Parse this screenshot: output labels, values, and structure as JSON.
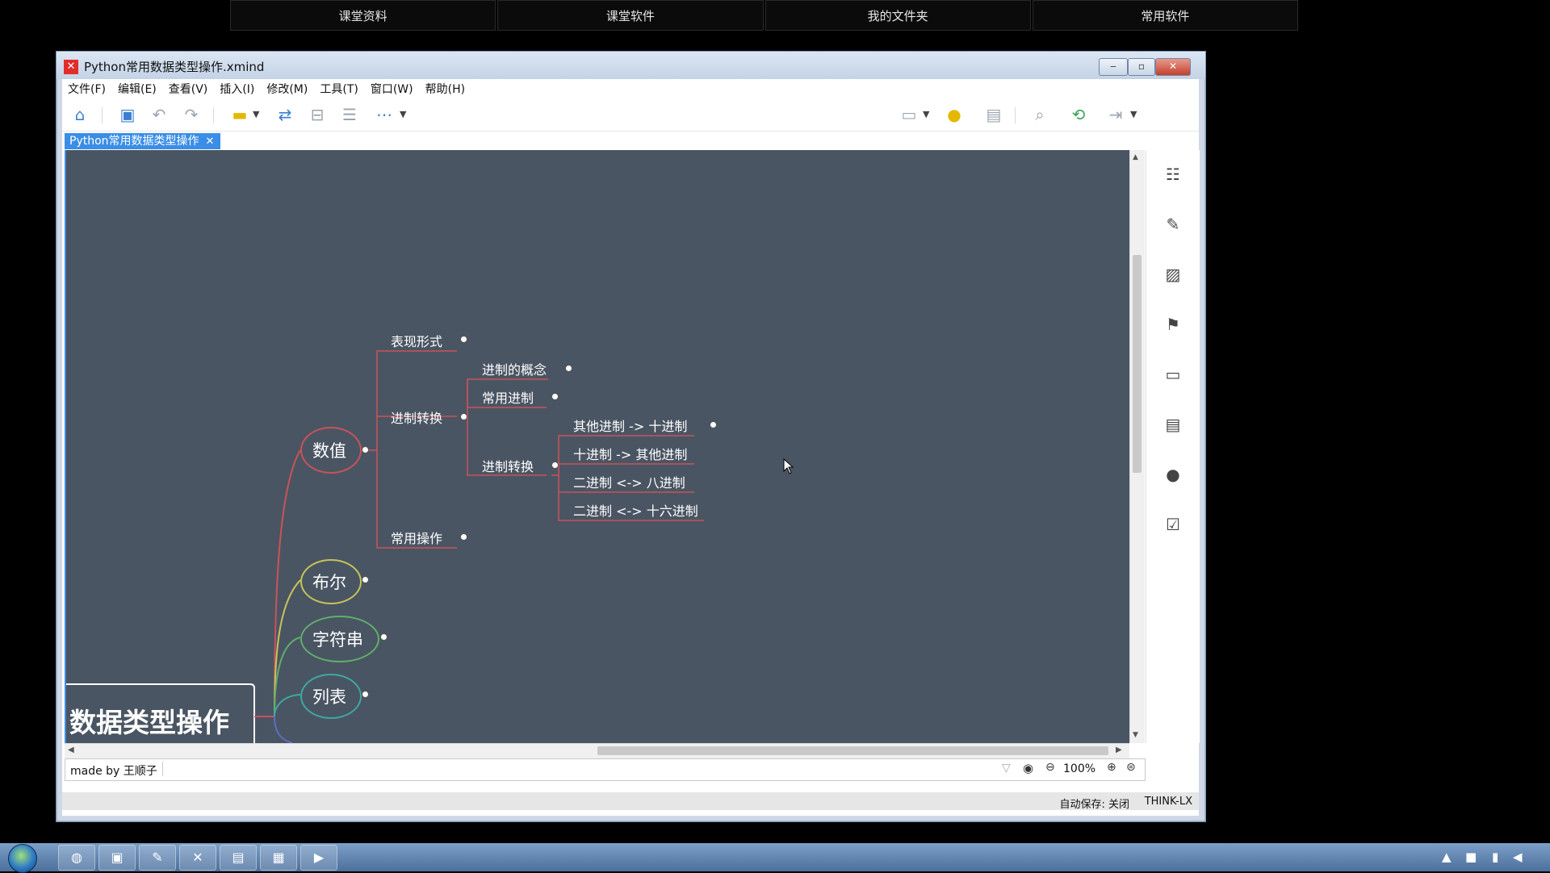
{
  "top_tabs": [
    "课堂资料",
    "课堂软件",
    "我的文件夹",
    "常用软件"
  ],
  "window": {
    "title": "Python常用数据类型操作.xmind",
    "app_icon": "xmind-icon",
    "controls": {
      "minimize": "‒",
      "maximize": "▫",
      "close": "✕"
    }
  },
  "menu": [
    "文件(F)",
    "编辑(E)",
    "查看(V)",
    "插入(I)",
    "修改(M)",
    "工具(T)",
    "窗口(W)",
    "帮助(H)"
  ],
  "document_tab": {
    "label": "Python常用数据类型操作",
    "close": "✕"
  },
  "mindmap": {
    "root": "数据类型操作",
    "main_topics": [
      "数值",
      "布尔",
      "字符串",
      "列表"
    ],
    "numeric": {
      "sub": [
        "表现形式",
        "进制转换",
        "常用操作"
      ],
      "conversion": [
        "进制的概念",
        "常用进制",
        "进制转换"
      ],
      "conversion_detail": [
        "其他进制 -> 十进制",
        "十进制 -> 其他进制",
        "二进制 <-> 八进制",
        "二进制 <-> 十六进制"
      ]
    },
    "colors": {
      "background": "#4a5563",
      "numeric_line": "#c9535a",
      "bool_line": "#c6c35a",
      "string_line": "#5fb06a",
      "list_line": "#3ea8a0"
    }
  },
  "status": {
    "made_by": "made by 王顺子",
    "zoom": "100%",
    "autosave": "自动保存: 关闭",
    "machine": "THINK-LX"
  },
  "icons": {
    "toolbar": [
      "home-icon",
      "save-icon",
      "undo-icon",
      "redo-icon",
      "topic-icon",
      "relationship-icon",
      "summary-icon",
      "boundary-icon",
      "more-icon",
      "presentation-icon",
      "brainstorm-icon",
      "gantt-icon",
      "search-icon",
      "share-icon",
      "export-icon"
    ],
    "sidepanel": [
      "outline-icon",
      "format-icon",
      "image-icon",
      "marker-icon",
      "text-icon",
      "notes-icon",
      "comments-icon",
      "task-icon"
    ]
  }
}
